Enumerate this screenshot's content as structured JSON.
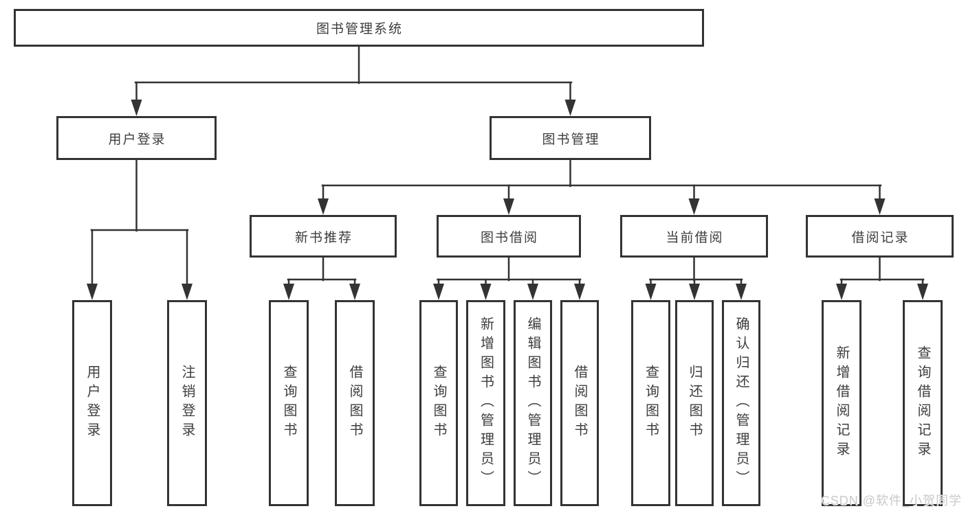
{
  "diagram_title": "图书管理系统",
  "theme": {
    "line_color": "#333333",
    "text_color": "#3d3d3d",
    "box_background": "#ffffff",
    "watermark_color": "#c9c9c9"
  },
  "nodes": {
    "root": {
      "label": "图书管理系统"
    },
    "level2": [
      {
        "label": "用户登录"
      },
      {
        "label": "图书管理"
      }
    ],
    "level3": [
      {
        "label": "新书推荐"
      },
      {
        "label": "图书借阅"
      },
      {
        "label": "当前借阅"
      },
      {
        "label": "借阅记录"
      }
    ],
    "leaves": [
      {
        "label": "用户登录"
      },
      {
        "label": "注销登录"
      },
      {
        "label": "查询图书"
      },
      {
        "label": "借阅图书"
      },
      {
        "label": "查询图书"
      },
      {
        "label": "新增图书（管理员）"
      },
      {
        "label": "编辑图书（管理员）"
      },
      {
        "label": "借阅图书"
      },
      {
        "label": "查询图书"
      },
      {
        "label": "归还图书"
      },
      {
        "label": "确认归还（管理员）"
      },
      {
        "label": "新增借阅记录"
      },
      {
        "label": "查询借阅记录"
      }
    ]
  },
  "watermark": {
    "text": "CSDN @软件_小贺同学"
  }
}
